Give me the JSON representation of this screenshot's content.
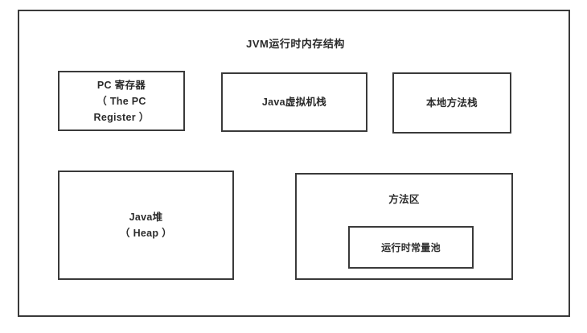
{
  "diagram": {
    "title": "JVM运行时内存结构",
    "type": "block-diagram",
    "background_color": "#ffffff",
    "border_color": "#3a3a3a",
    "text_color": "#2b2b2b",
    "boxes": {
      "pc_register": {
        "label": "PC 寄存器\n（ The PC\nRegister ）"
      },
      "jvm_stack": {
        "label": "Java虚拟机栈"
      },
      "native_method_stack": {
        "label": "本地方法栈"
      },
      "heap": {
        "label": "Java堆\n（ Heap ）"
      },
      "method_area": {
        "label": "方法区",
        "children": {
          "runtime_constant_pool": {
            "label": "运行时常量池"
          }
        }
      }
    }
  }
}
